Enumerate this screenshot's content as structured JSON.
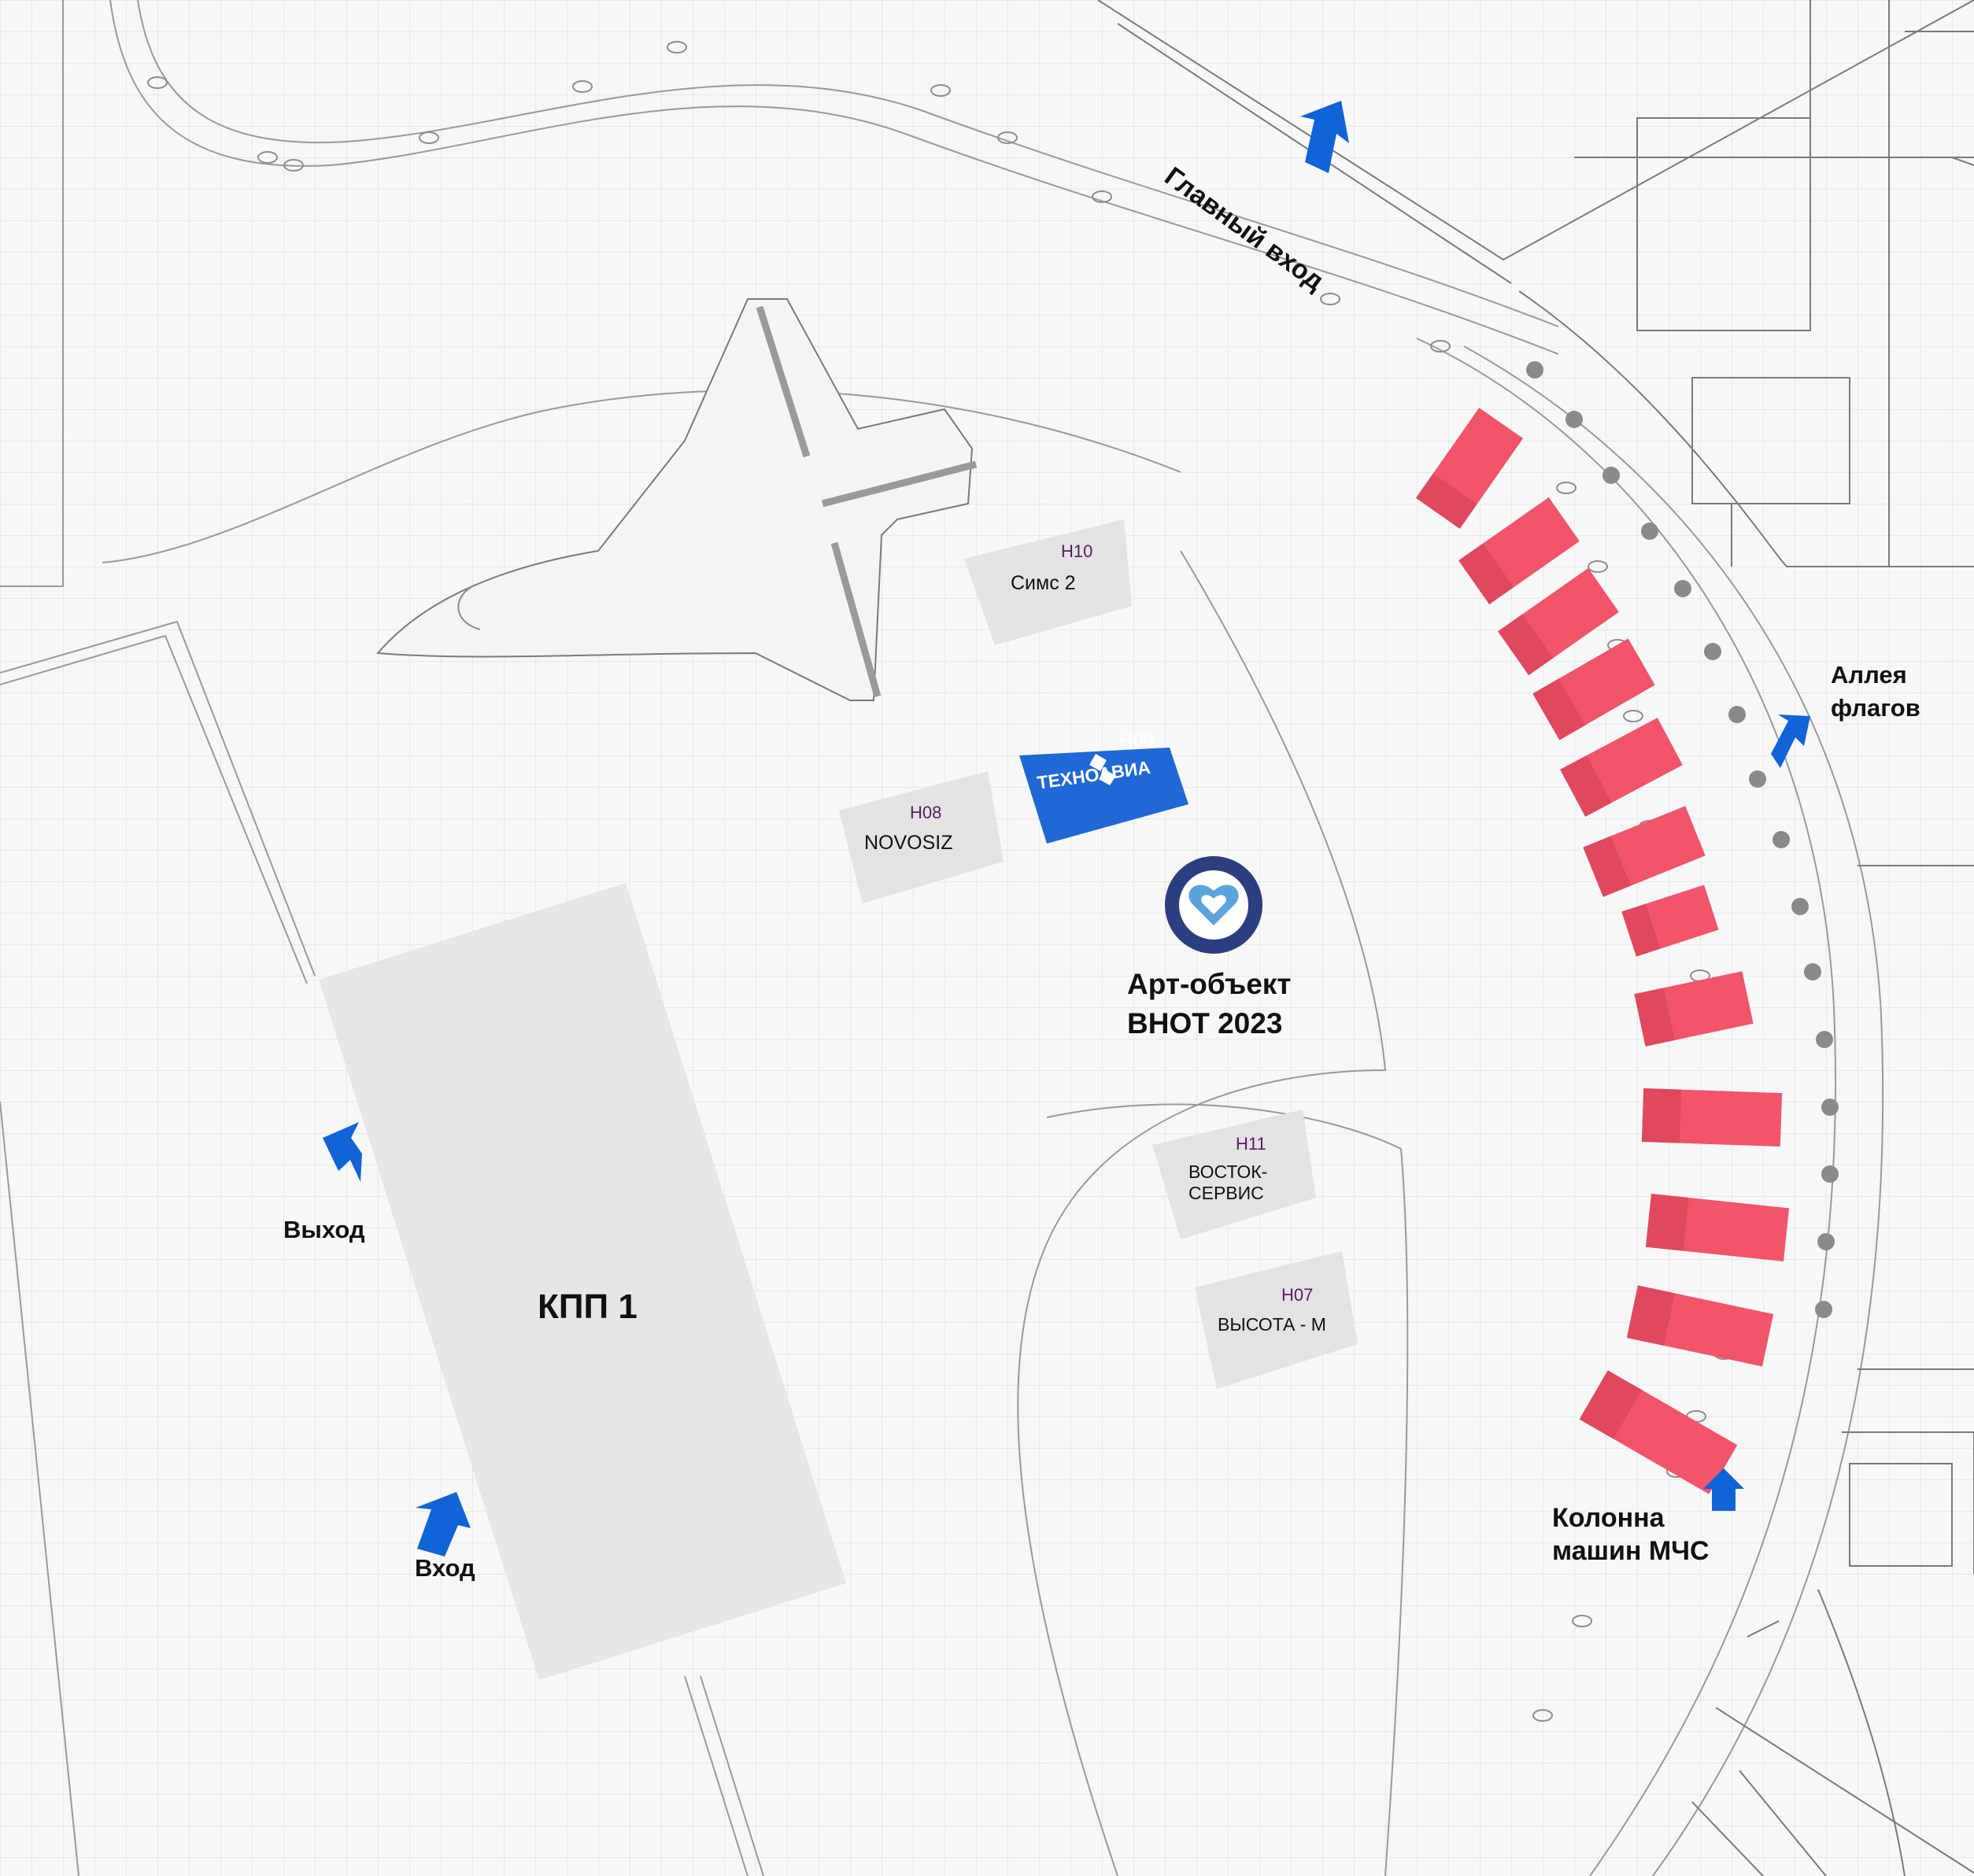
{
  "colors": {
    "background": "#f7f7f8",
    "grid": "#e1e3e6",
    "outline": "#8e8e8e",
    "booth_fill": "#e3e3e3",
    "building_fill": "#e6e6e6",
    "mchs_vehicle": "#f2546a",
    "flag_pole": "#8a8a8a",
    "arrow": "#1164d8",
    "brand_blue": "#1f68d6"
  },
  "icons": [
    "arrow-icon",
    "shuttle-icon",
    "gear-heart-logo",
    "flag-pole-marker",
    "fire-truck-marker"
  ],
  "labels": {
    "main_entrance": "Главный вход",
    "flag_alley_1": "Аллея",
    "flag_alley_2": "флагов",
    "mchs_1": "Колонна",
    "mchs_2": "машин МЧС",
    "exit": "Выход",
    "entrance": "Вход",
    "kpp": "КПП 1",
    "art_object_1": "Арт-объект",
    "art_object_2": "ВНОТ 2023"
  },
  "booths": [
    {
      "code": "H10",
      "name": "Симс 2"
    },
    {
      "code": "H09",
      "name": "ТЕХНОАВИА"
    },
    {
      "code": "H08",
      "name": "NOVOSIZ"
    },
    {
      "code": "H11",
      "name": "ВОСТОК-",
      "name2": "СЕРВИС"
    },
    {
      "code": "H07",
      "name": "ВЫСОТА - М"
    }
  ]
}
